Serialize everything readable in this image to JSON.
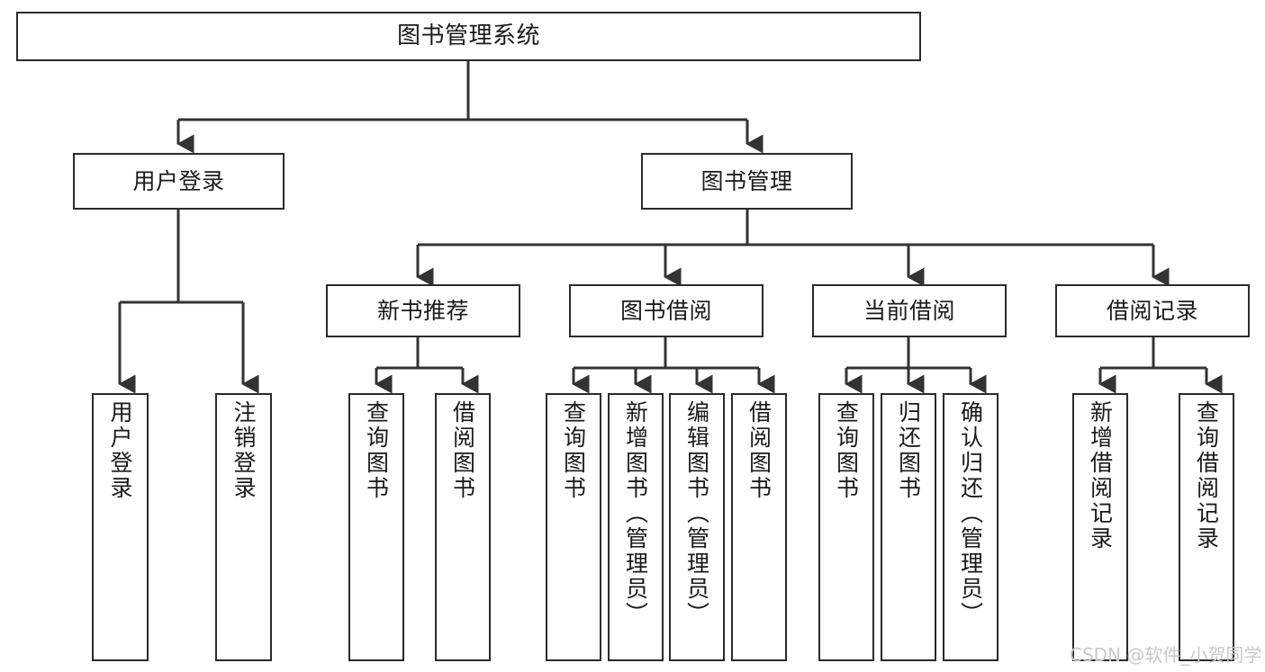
{
  "diagram": {
    "title": "图书管理系统",
    "type": "tree-hierarchy-chart",
    "orientation": "top-down",
    "colors": {
      "node_border": "#2b2b2b",
      "node_fill": "#ffffff",
      "edge": "#333333",
      "text": "#1a1a1a",
      "watermark": "#c9c9c9",
      "background": "#ffffff"
    }
  },
  "watermark": {
    "text": "CSDN @软件_小贺同学"
  },
  "nodes": {
    "root": {
      "id": "root",
      "label": "图书管理系统",
      "level": 1,
      "orientation": "horizontal"
    },
    "level2": [
      {
        "id": "user-login",
        "label": "用户登录",
        "level": 2,
        "orientation": "horizontal"
      },
      {
        "id": "book-management",
        "label": "图书管理",
        "level": 2,
        "orientation": "horizontal"
      }
    ],
    "level3": [
      {
        "id": "new-book-recommend",
        "label": "新书推荐",
        "level": 3,
        "orientation": "horizontal",
        "parent": "book-management"
      },
      {
        "id": "book-borrow",
        "label": "图书借阅",
        "level": 3,
        "orientation": "horizontal",
        "parent": "book-management"
      },
      {
        "id": "current-borrow",
        "label": "当前借阅",
        "level": 3,
        "orientation": "horizontal",
        "parent": "book-management"
      },
      {
        "id": "borrow-record",
        "label": "借阅记录",
        "level": 3,
        "orientation": "horizontal",
        "parent": "book-management"
      }
    ],
    "leaves": [
      {
        "id": "leaf-user-login",
        "label": "用户登录",
        "orientation": "vertical",
        "parent": "user-login"
      },
      {
        "id": "leaf-logout-login",
        "label": "注销登录",
        "orientation": "vertical",
        "parent": "user-login"
      },
      {
        "id": "leaf-query-book-1",
        "label": "查询图书",
        "orientation": "vertical",
        "parent": "new-book-recommend"
      },
      {
        "id": "leaf-borrow-book-1",
        "label": "借阅图书",
        "orientation": "vertical",
        "parent": "new-book-recommend"
      },
      {
        "id": "leaf-query-book-2",
        "label": "查询图书",
        "orientation": "vertical",
        "parent": "book-borrow"
      },
      {
        "id": "leaf-add-book",
        "label": "新增图书（管理员）",
        "orientation": "vertical",
        "parent": "book-borrow"
      },
      {
        "id": "leaf-edit-book",
        "label": "编辑图书（管理员）",
        "orientation": "vertical",
        "parent": "book-borrow"
      },
      {
        "id": "leaf-borrow-book-2",
        "label": "借阅图书",
        "orientation": "vertical",
        "parent": "book-borrow"
      },
      {
        "id": "leaf-query-book-3",
        "label": "查询图书",
        "orientation": "vertical",
        "parent": "current-borrow"
      },
      {
        "id": "leaf-return-book",
        "label": "归还图书",
        "orientation": "vertical",
        "parent": "current-borrow"
      },
      {
        "id": "leaf-confirm-return",
        "label": "确认归还（管理员）",
        "orientation": "vertical",
        "parent": "current-borrow"
      },
      {
        "id": "leaf-add-record",
        "label": "新增借阅记录",
        "orientation": "vertical",
        "parent": "borrow-record"
      },
      {
        "id": "leaf-query-record",
        "label": "查询借阅记录",
        "orientation": "vertical",
        "parent": "borrow-record"
      }
    ]
  }
}
